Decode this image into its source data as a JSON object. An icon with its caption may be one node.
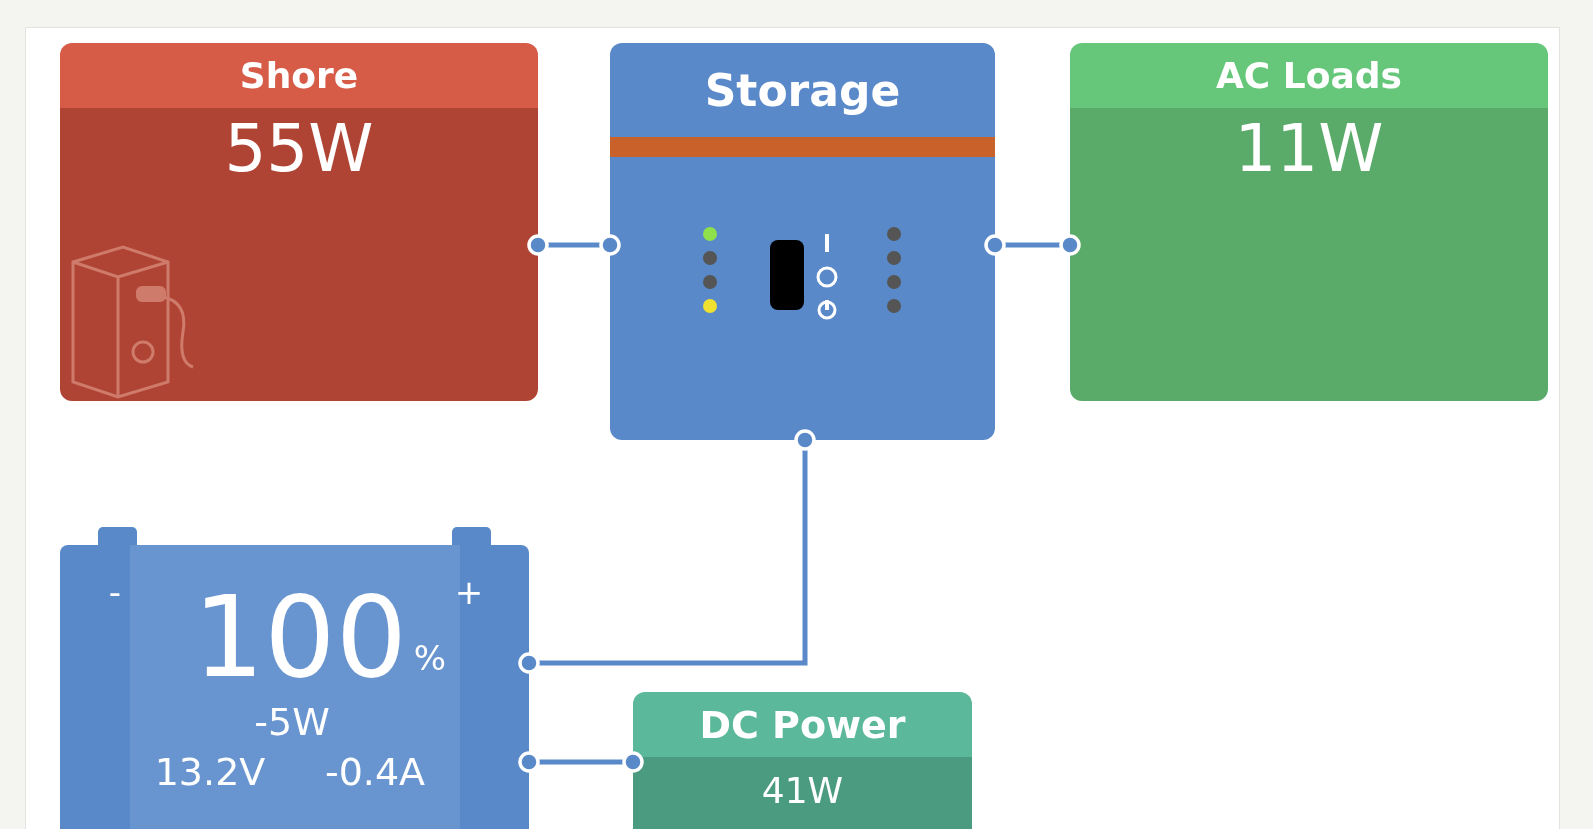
{
  "diagram": {
    "nodes": [
      {
        "text": [
          "Shore",
          "55W"
        ]
      },
      {
        "text": [
          "Storage"
        ]
      },
      {
        "text": [
          "AC Loads",
          "11W"
        ]
      },
      {
        "text": [
          "-",
          "+",
          "100",
          "%",
          "-5W",
          "13.2V",
          "-0.4A"
        ]
      },
      {
        "text": [
          "DC Power",
          "41W"
        ]
      }
    ],
    "edges": [
      {
        "from": 0,
        "to": 1,
        "arrow": "other"
      },
      {
        "from": 1,
        "to": 2,
        "arrow": "other"
      },
      {
        "from": 1,
        "to": 3,
        "arrow": "other"
      },
      {
        "from": 3,
        "to": 4,
        "arrow": "other"
      }
    ]
  }
}
